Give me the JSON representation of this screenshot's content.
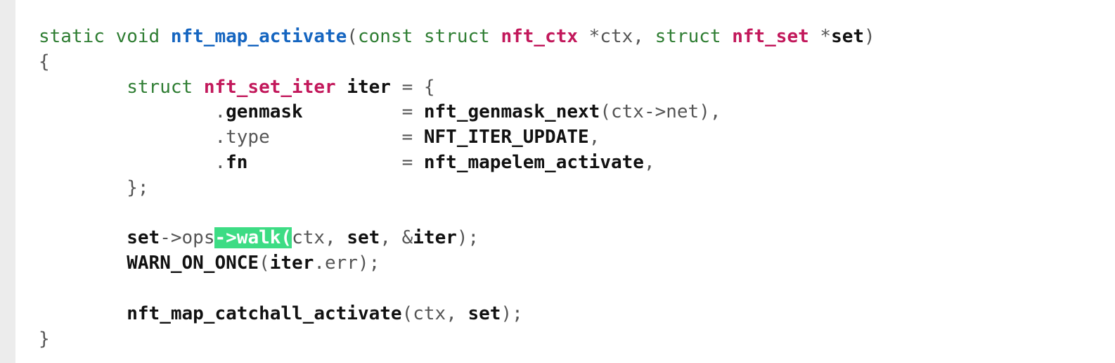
{
  "colors": {
    "keyword": "#2e7d32",
    "function": "#1565c0",
    "type": "#c2185b",
    "identifier": "#111111",
    "plain": "#555555",
    "highlight": "#3ddc84",
    "gutter": "#ececec"
  },
  "code": {
    "lines": [
      [
        {
          "t": "static void ",
          "c": "kw"
        },
        {
          "t": "nft_map_activate",
          "c": "fn"
        },
        {
          "t": "(",
          "c": "pl"
        },
        {
          "t": "const struct ",
          "c": "kw"
        },
        {
          "t": "nft_ctx",
          "c": "ty"
        },
        {
          "t": " *ctx, ",
          "c": "pl"
        },
        {
          "t": "struct ",
          "c": "kw"
        },
        {
          "t": "nft_set",
          "c": "ty"
        },
        {
          "t": " *",
          "c": "pl"
        },
        {
          "t": "set",
          "c": "id"
        },
        {
          "t": ")",
          "c": "pl"
        }
      ],
      [
        {
          "t": "{",
          "c": "pl"
        }
      ],
      [
        {
          "t": "        ",
          "c": "pl"
        },
        {
          "t": "struct ",
          "c": "kw"
        },
        {
          "t": "nft_set_iter",
          "c": "ty"
        },
        {
          "t": " ",
          "c": "pl"
        },
        {
          "t": "iter",
          "c": "id"
        },
        {
          "t": " = {",
          "c": "pl"
        }
      ],
      [
        {
          "t": "                .",
          "c": "pl"
        },
        {
          "t": "genmask",
          "c": "id"
        },
        {
          "t": "         = ",
          "c": "pl"
        },
        {
          "t": "nft_genmask_next",
          "c": "id"
        },
        {
          "t": "(ctx->net),",
          "c": "pl"
        }
      ],
      [
        {
          "t": "                .type            = ",
          "c": "pl"
        },
        {
          "t": "NFT_ITER_UPDATE",
          "c": "id"
        },
        {
          "t": ",",
          "c": "pl"
        }
      ],
      [
        {
          "t": "                .",
          "c": "pl"
        },
        {
          "t": "fn",
          "c": "id"
        },
        {
          "t": "              = ",
          "c": "pl"
        },
        {
          "t": "nft_mapelem_activate",
          "c": "id"
        },
        {
          "t": ",",
          "c": "pl"
        }
      ],
      [
        {
          "t": "        };",
          "c": "pl"
        }
      ],
      [],
      [
        {
          "t": "        ",
          "c": "pl"
        },
        {
          "t": "set",
          "c": "id"
        },
        {
          "t": "->ops",
          "c": "pl"
        },
        {
          "t": "->walk(",
          "c": "hl"
        },
        {
          "t": "ctx, ",
          "c": "pl"
        },
        {
          "t": "set",
          "c": "id"
        },
        {
          "t": ", &",
          "c": "pl"
        },
        {
          "t": "iter",
          "c": "id"
        },
        {
          "t": ");",
          "c": "pl"
        }
      ],
      [
        {
          "t": "        ",
          "c": "pl"
        },
        {
          "t": "WARN_ON_ONCE",
          "c": "id"
        },
        {
          "t": "(",
          "c": "pl"
        },
        {
          "t": "iter",
          "c": "id"
        },
        {
          "t": ".err);",
          "c": "pl"
        }
      ],
      [],
      [
        {
          "t": "        ",
          "c": "pl"
        },
        {
          "t": "nft_map_catchall_activate",
          "c": "id"
        },
        {
          "t": "(ctx, ",
          "c": "pl"
        },
        {
          "t": "set",
          "c": "id"
        },
        {
          "t": ");",
          "c": "pl"
        }
      ],
      [
        {
          "t": "}",
          "c": "pl"
        }
      ]
    ]
  }
}
